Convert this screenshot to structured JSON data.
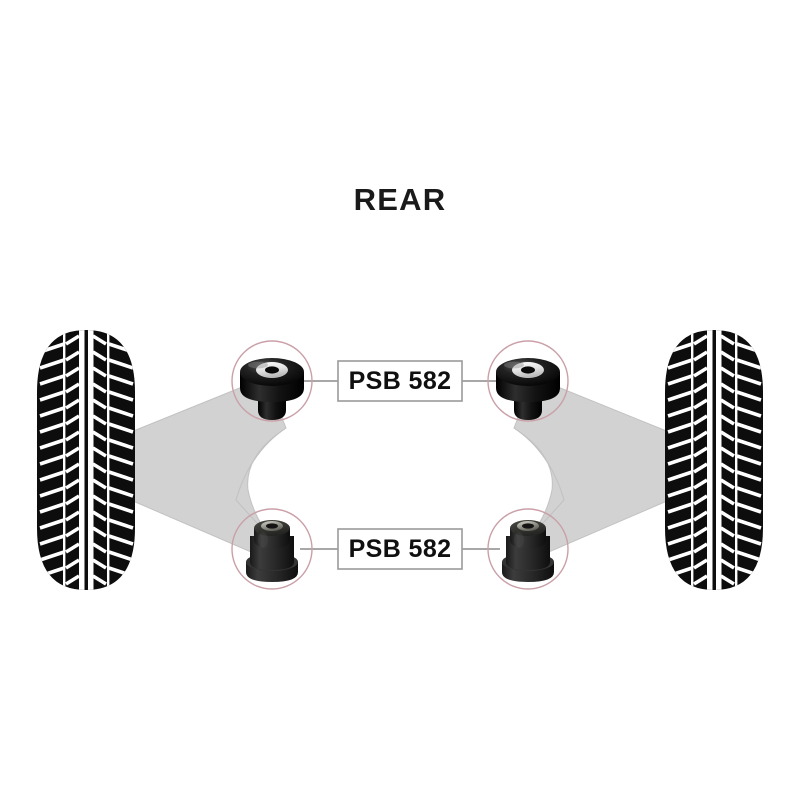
{
  "diagram": {
    "title": "REAR",
    "background_color": "#ffffff",
    "callout_ring_color": "#c9a0a8",
    "arm_color": "#d2d2d2",
    "tire_color": "#0d0d0d",
    "leader_color": "#8c8c8c",
    "labels": [
      {
        "id": "upper",
        "text": "PSB 582"
      },
      {
        "id": "lower",
        "text": "PSB 582"
      }
    ],
    "parts": [
      {
        "id": "upper-left",
        "name": "bushing-upper-left",
        "type": "black-bushing-white-ring"
      },
      {
        "id": "upper-right",
        "name": "bushing-upper-right",
        "type": "black-bushing-white-ring"
      },
      {
        "id": "lower-left",
        "name": "bushing-lower-left",
        "type": "dark-flanged-bushing"
      },
      {
        "id": "lower-right",
        "name": "bushing-lower-right",
        "type": "dark-flanged-bushing"
      }
    ],
    "wheels": [
      {
        "id": "left",
        "name": "tire-left"
      },
      {
        "id": "right",
        "name": "tire-right"
      }
    ]
  }
}
